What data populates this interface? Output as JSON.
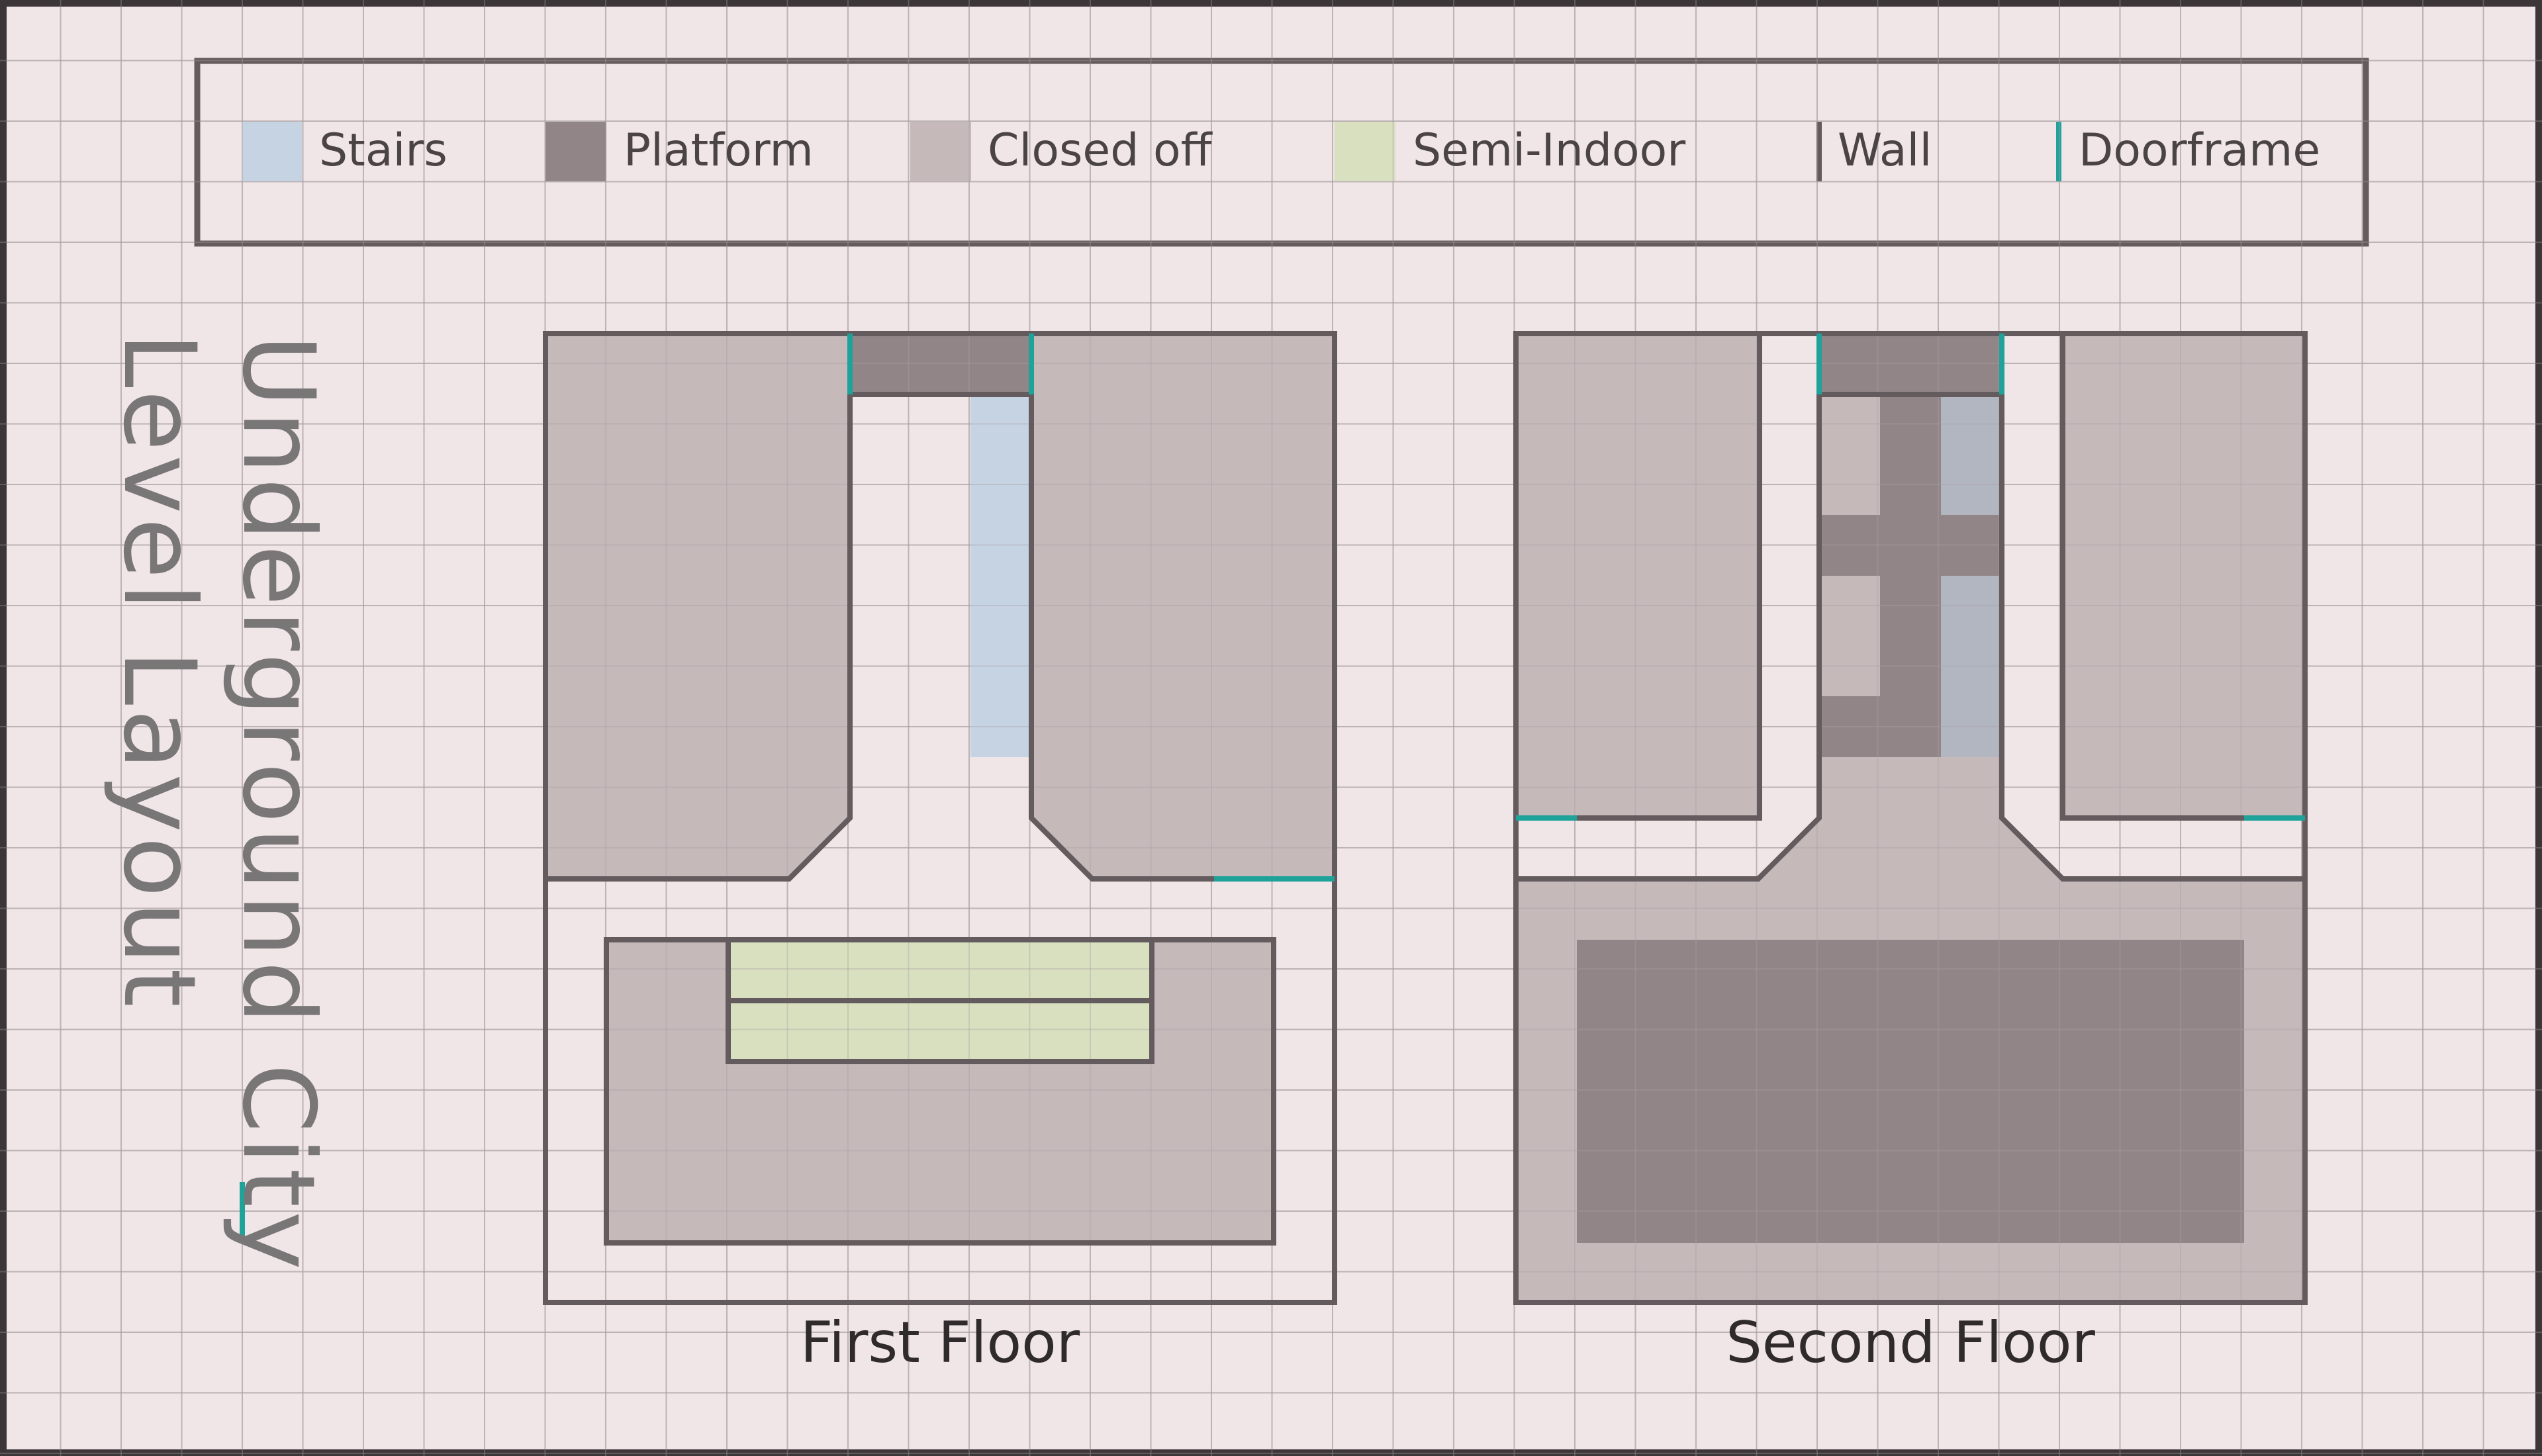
{
  "title": {
    "line1": "Underground City",
    "line2": "Level Layout"
  },
  "legend": [
    {
      "label": "Stairs",
      "color": "#c6d3e3",
      "kind": "swatch"
    },
    {
      "label": "Platform",
      "color": "#928587",
      "kind": "swatch"
    },
    {
      "label": "Closed off",
      "color": "#c6b9ba",
      "kind": "swatch"
    },
    {
      "label": "Semi-Indoor",
      "color": "#d9e0c0",
      "kind": "swatch"
    },
    {
      "label": "Wall",
      "color": "#635b5d",
      "kind": "line"
    },
    {
      "label": "Doorframe",
      "color": "#1ea29a",
      "kind": "line"
    }
  ],
  "floors": [
    {
      "label": "First Floor"
    },
    {
      "label": "Second Floor"
    }
  ],
  "colors": {
    "background": "#f0e5e7",
    "grid": "#a89fa1",
    "wall": "#635b5d",
    "closed_off": "#c6b9ba",
    "platform": "#928587",
    "stairs": "#c6d3e3",
    "semi_indoor": "#d9e0c0",
    "doorframe": "#1ea29a"
  }
}
